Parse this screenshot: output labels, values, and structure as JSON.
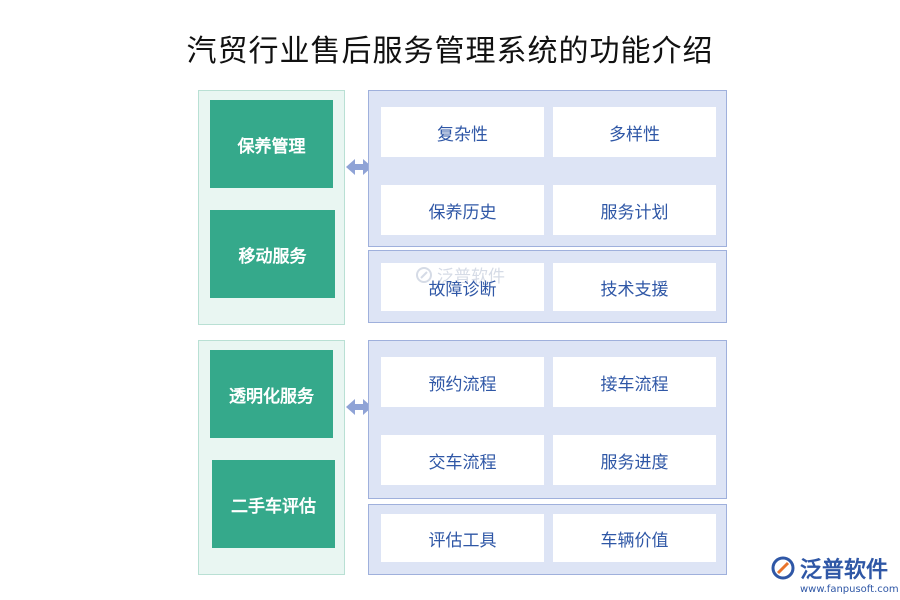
{
  "title": "汽贸行业售后服务管理系统的功能介绍",
  "groups": [
    {
      "left_items": [
        "保养管理",
        "移动服务"
      ],
      "right_top": [
        "复杂性",
        "多样性",
        "保养历史",
        "服务计划"
      ],
      "right_bottom": [
        "故障诊断",
        "技术支援"
      ]
    },
    {
      "left_items": [
        "透明化服务",
        "二手车评估"
      ],
      "right_top": [
        "预约流程",
        "接车流程",
        "交车流程",
        "服务进度"
      ],
      "right_bottom": [
        "评估工具",
        "车辆价值"
      ]
    }
  ],
  "watermark": {
    "text": "泛普软件"
  },
  "logo": {
    "text": "泛普软件",
    "url": "www.fanpusoft.com"
  },
  "colors": {
    "green": "#35a98b",
    "green_panel": "#e9f6f2",
    "blue_panel": "#dde4f5",
    "blue_text": "#2f57a6",
    "arrow": "#8fa3d6"
  }
}
